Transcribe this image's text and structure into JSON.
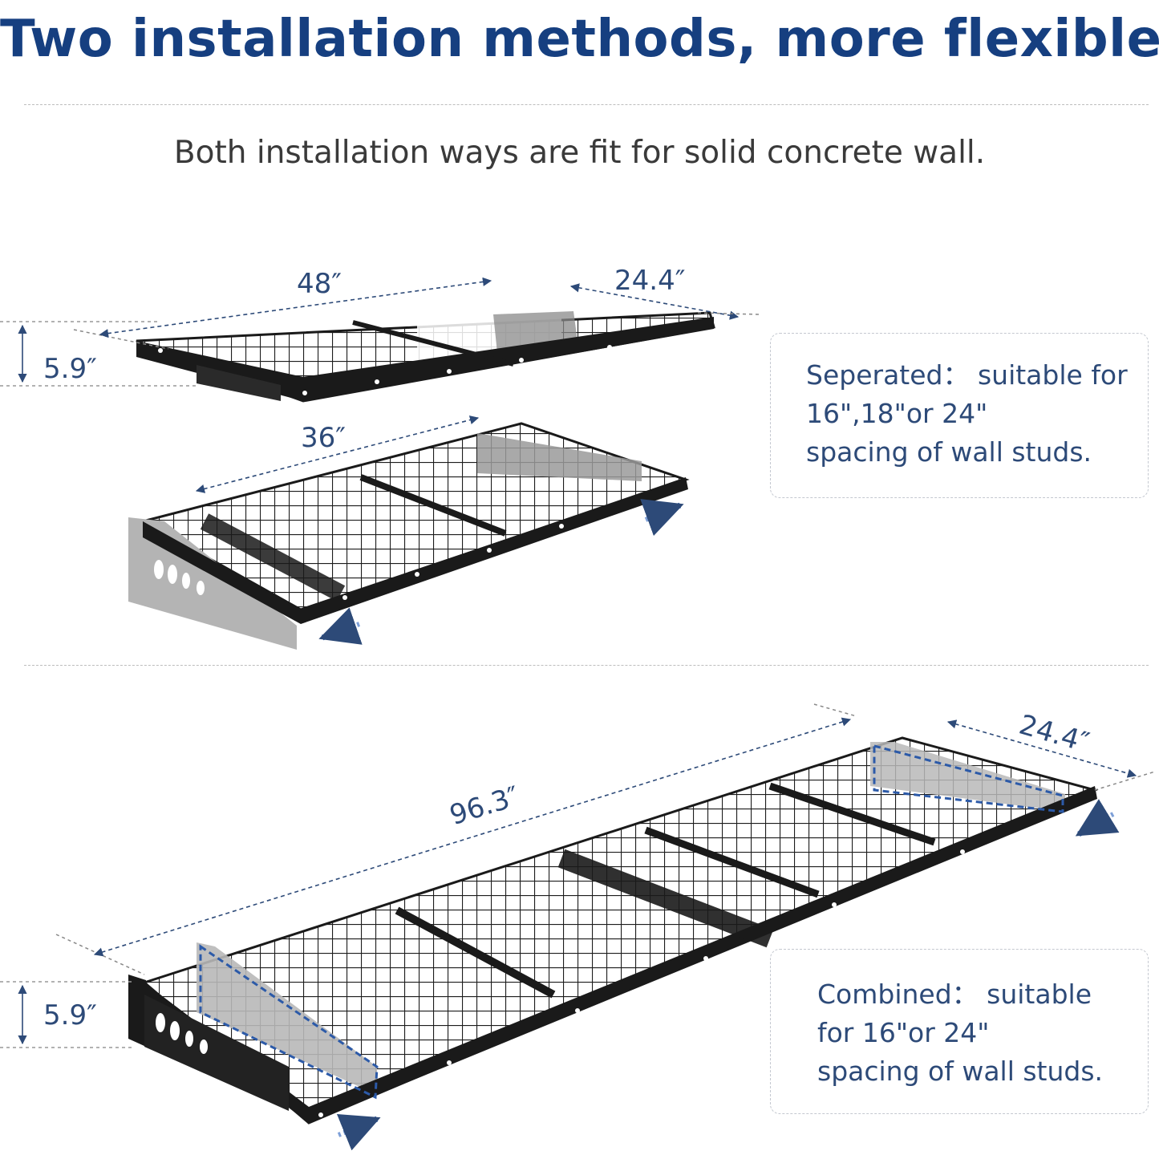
{
  "title": "Two installation methods, more flexible",
  "subtitle": "Both installation ways are fit for solid concrete wall.",
  "separated": {
    "text": "Seperated： suitable for\n16\",18\"or 24\"\nspacing of wall studs.",
    "dims": {
      "length": "48″",
      "depth": "24.4″",
      "height": "5.9″",
      "inner": "36″"
    }
  },
  "combined": {
    "text": "Combined： suitable\nfor 16\"or 24\"\nspacing of wall studs.",
    "dims": {
      "length": "96.3″",
      "depth": "24.4″",
      "height": "5.9″"
    }
  },
  "colors": {
    "title": "#163f80",
    "dimension": "#2d4a78",
    "shelf": "#1a1a1a",
    "bracket": "#a8a8a8",
    "highlight": "#2c5aa8"
  }
}
